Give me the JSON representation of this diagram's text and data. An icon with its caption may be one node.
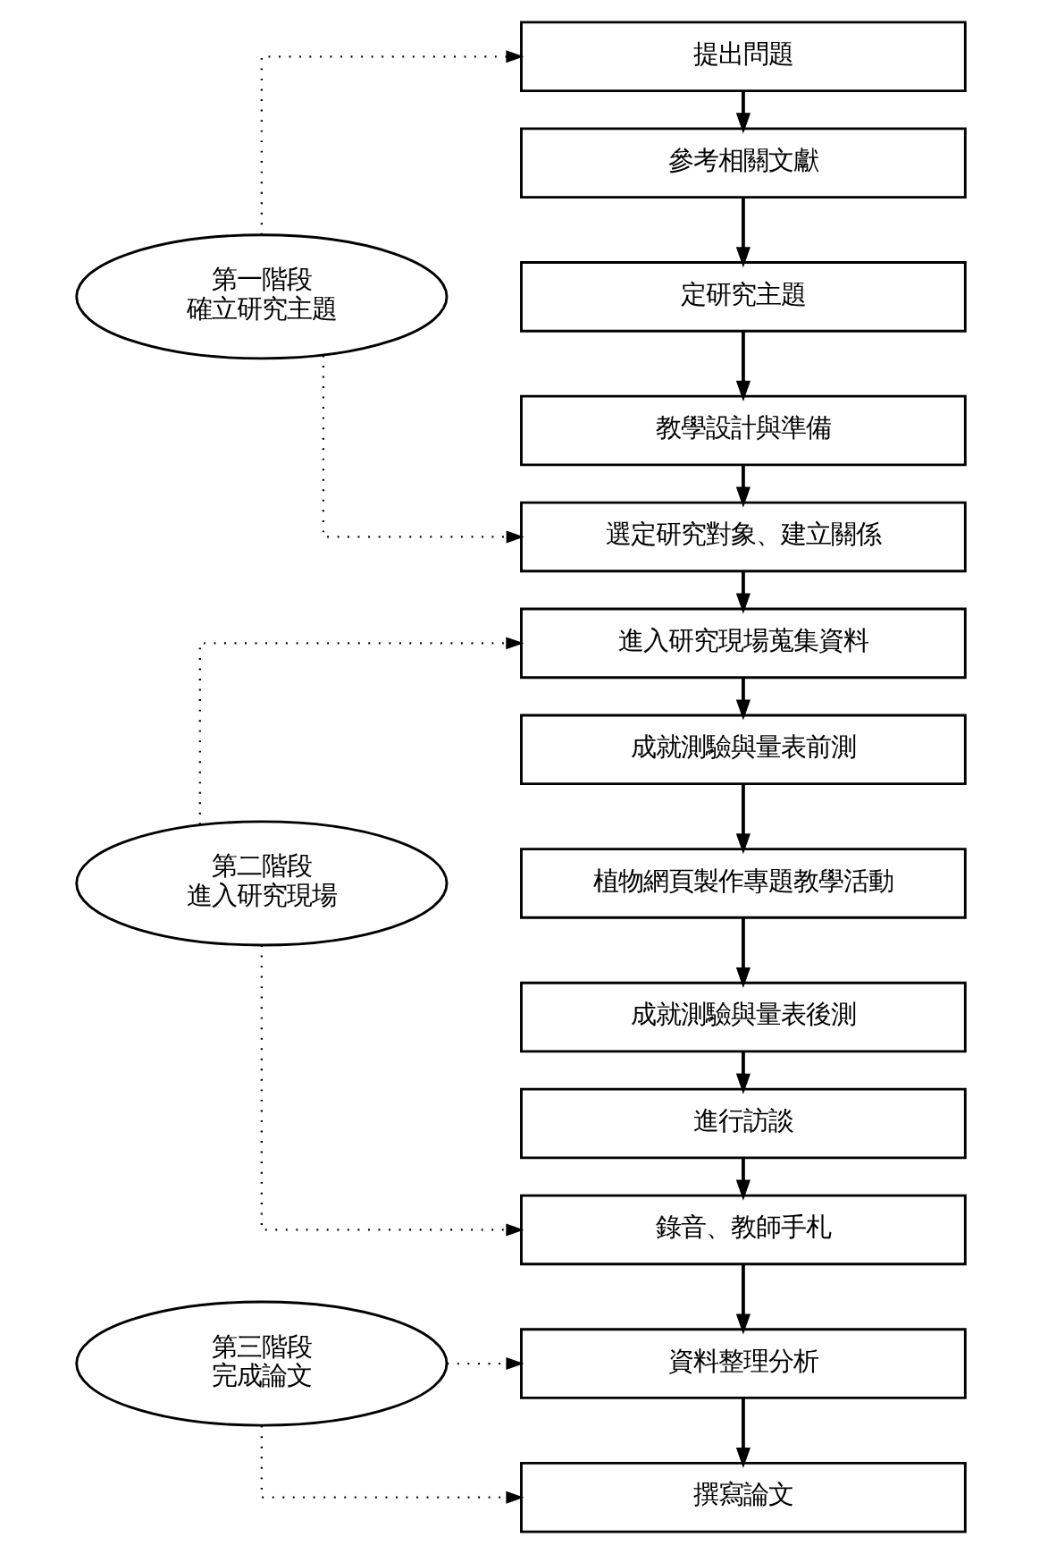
{
  "diagram": {
    "nodes": [
      {
        "text": [
          "提出問題"
        ]
      },
      {
        "text": [
          "參考相關文獻"
        ]
      },
      {
        "text": [
          "定研究主題"
        ]
      },
      {
        "text": [
          "教學設計與準備"
        ]
      },
      {
        "text": [
          "選定研究對象、建立關係"
        ]
      },
      {
        "text": [
          "進入研究現場蒐集資料"
        ]
      },
      {
        "text": [
          "成就測驗與量表前測"
        ]
      },
      {
        "text": [
          "植物網頁製作專題教學活動"
        ]
      },
      {
        "text": [
          "成就測驗與量表後測"
        ]
      },
      {
        "text": [
          "進行訪談"
        ]
      },
      {
        "text": [
          "錄音、教師手札"
        ]
      },
      {
        "text": [
          "資料整理分析"
        ]
      },
      {
        "text": [
          "撰寫論文"
        ]
      },
      {
        "text": [
          "第一階段",
          "確立研究主題"
        ]
      },
      {
        "text": [
          "第二階段",
          "進入研究現場"
        ]
      },
      {
        "text": [
          "第三階段",
          "完成論文"
        ]
      }
    ],
    "edges": [
      {
        "from": 0,
        "to": 1,
        "arrow": "to"
      },
      {
        "from": 1,
        "to": 2,
        "arrow": "to"
      },
      {
        "from": 2,
        "to": 3,
        "arrow": "to"
      },
      {
        "from": 3,
        "to": 4,
        "arrow": "to"
      },
      {
        "from": 4,
        "to": 5,
        "arrow": "to"
      },
      {
        "from": 5,
        "to": 6,
        "arrow": "to"
      },
      {
        "from": 6,
        "to": 7,
        "arrow": "to"
      },
      {
        "from": 7,
        "to": 8,
        "arrow": "to"
      },
      {
        "from": 8,
        "to": 9,
        "arrow": "to"
      },
      {
        "from": 9,
        "to": 10,
        "arrow": "to"
      },
      {
        "from": 10,
        "to": 11,
        "arrow": "to"
      },
      {
        "from": 11,
        "to": 12,
        "arrow": "to"
      },
      {
        "from": 13,
        "to": 0,
        "arrow": "to",
        "style": "dashed"
      },
      {
        "from": 13,
        "to": 4,
        "arrow": "to",
        "style": "dashed"
      },
      {
        "from": 14,
        "to": 5,
        "arrow": "to",
        "style": "dashed"
      },
      {
        "from": 14,
        "to": 10,
        "arrow": "to",
        "style": "dashed"
      },
      {
        "from": 15,
        "to": 11,
        "arrow": "to",
        "style": "dashed"
      },
      {
        "from": 15,
        "to": 12,
        "arrow": "to",
        "style": "dashed"
      }
    ]
  }
}
